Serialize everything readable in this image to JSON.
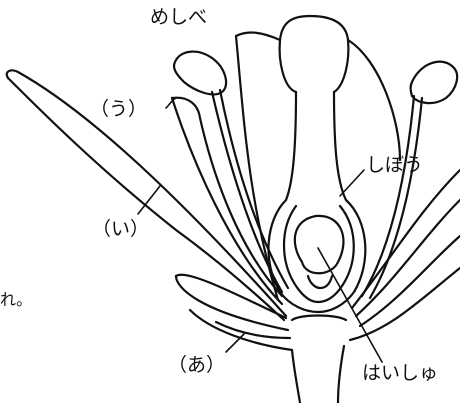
{
  "labels": {
    "pistil": "めしべ",
    "u": "（う）",
    "ovary": "しぼう",
    "i": "（い）",
    "a": "（あ）",
    "ovule": "はいしゅ",
    "edge_fragment": "れ。"
  },
  "colors": {
    "line": "#111111",
    "background": "#ffffff"
  }
}
